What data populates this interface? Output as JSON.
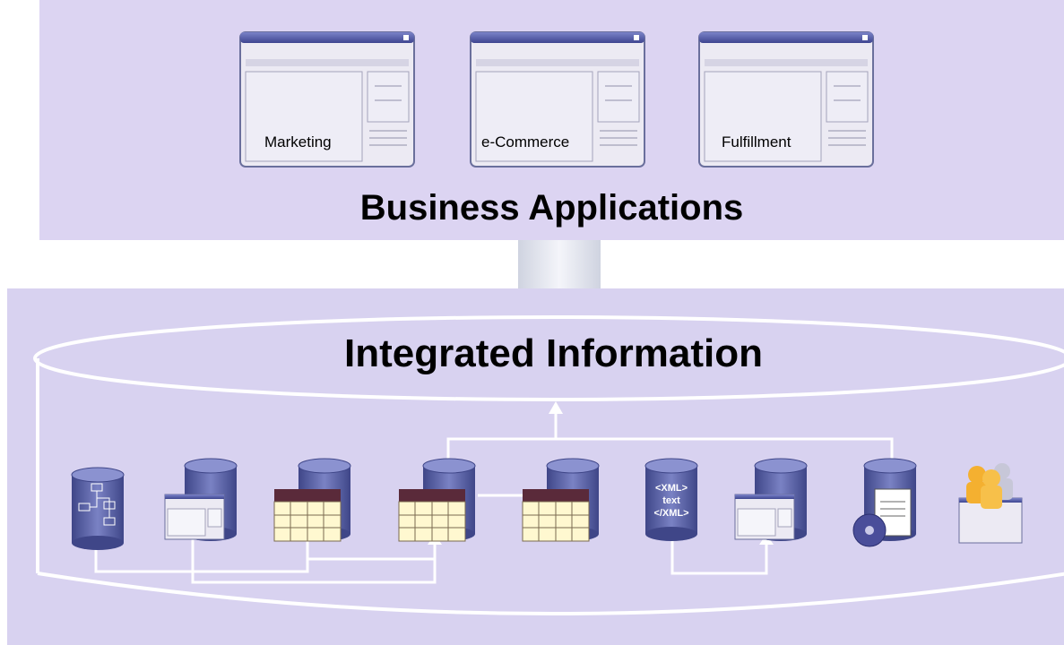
{
  "business": {
    "title": "Business Applications",
    "apps": [
      {
        "label": "Marketing"
      },
      {
        "label": "e-Commerce"
      },
      {
        "label": "Fulfillment"
      }
    ]
  },
  "integration": {
    "title": "Integrated Information",
    "xml_icon": {
      "line1": "<XML>",
      "line2": "text",
      "line3": "</XML>"
    }
  },
  "colors": {
    "top_panel": "#dcd4f2",
    "bottom_panel": "#d8d2f0",
    "cylinder": "#5a62a8",
    "table_header": "#5a2a3a",
    "table_cell": "#fff8d0"
  },
  "icons": [
    "database-org-chart-icon",
    "database-app-window-icon",
    "database-table-icon",
    "database-table-icon",
    "database-table-icon",
    "database-xml-icon",
    "database-app-window-icon",
    "database-document-media-icon",
    "users-app-window-icon"
  ]
}
